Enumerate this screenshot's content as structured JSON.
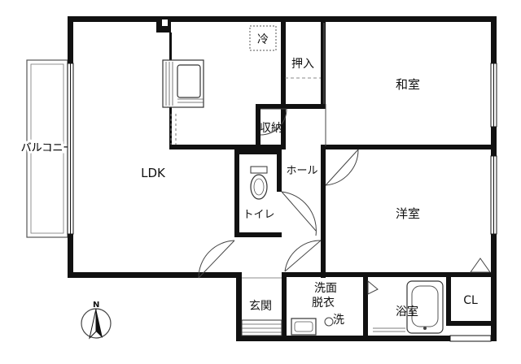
{
  "rooms": {
    "ldk": "LDK",
    "washitsu": "和室",
    "youshitsu": "洋室",
    "oshiire": "押入",
    "shuno": "収納",
    "hall": "ホール",
    "toilet": "トイレ",
    "genkan": "玄関",
    "senmen_line1": "洗面",
    "senmen_line2": "脱衣",
    "sentaku": "洗",
    "yokushitsu": "浴室",
    "closet": "CL",
    "balcony": "バルコニー",
    "reizouko": "冷"
  },
  "compass": {
    "north_label": "N"
  }
}
